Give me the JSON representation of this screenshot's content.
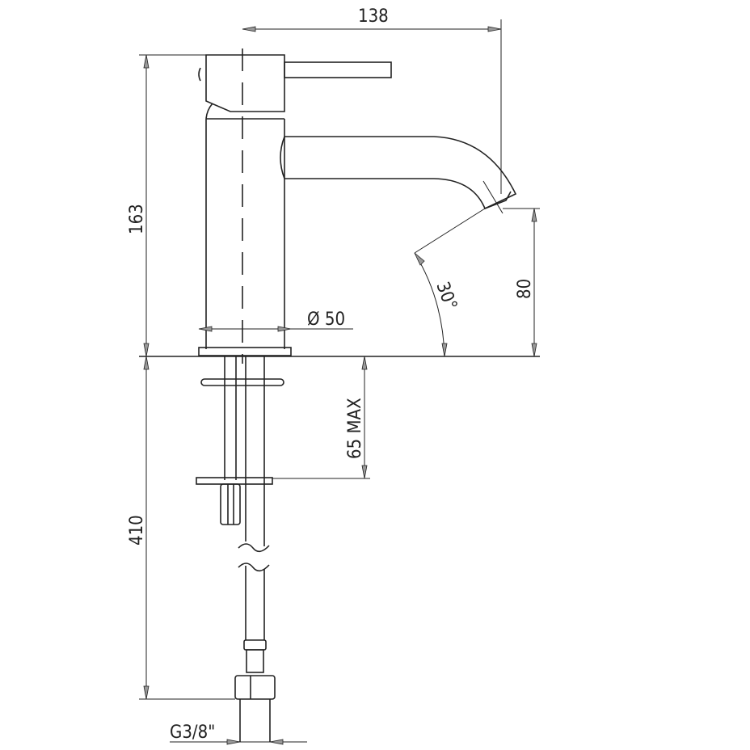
{
  "drawing": {
    "title": "Basin mixer dimension drawing",
    "dimensions": {
      "total_width": "138",
      "body_height": "163",
      "spout_height": "80",
      "spout_angle": "30°",
      "body_diameter": "Ø 50",
      "max_counter_thickness": "65 MAX",
      "hose_length": "410",
      "connection": "G3/8\""
    }
  }
}
